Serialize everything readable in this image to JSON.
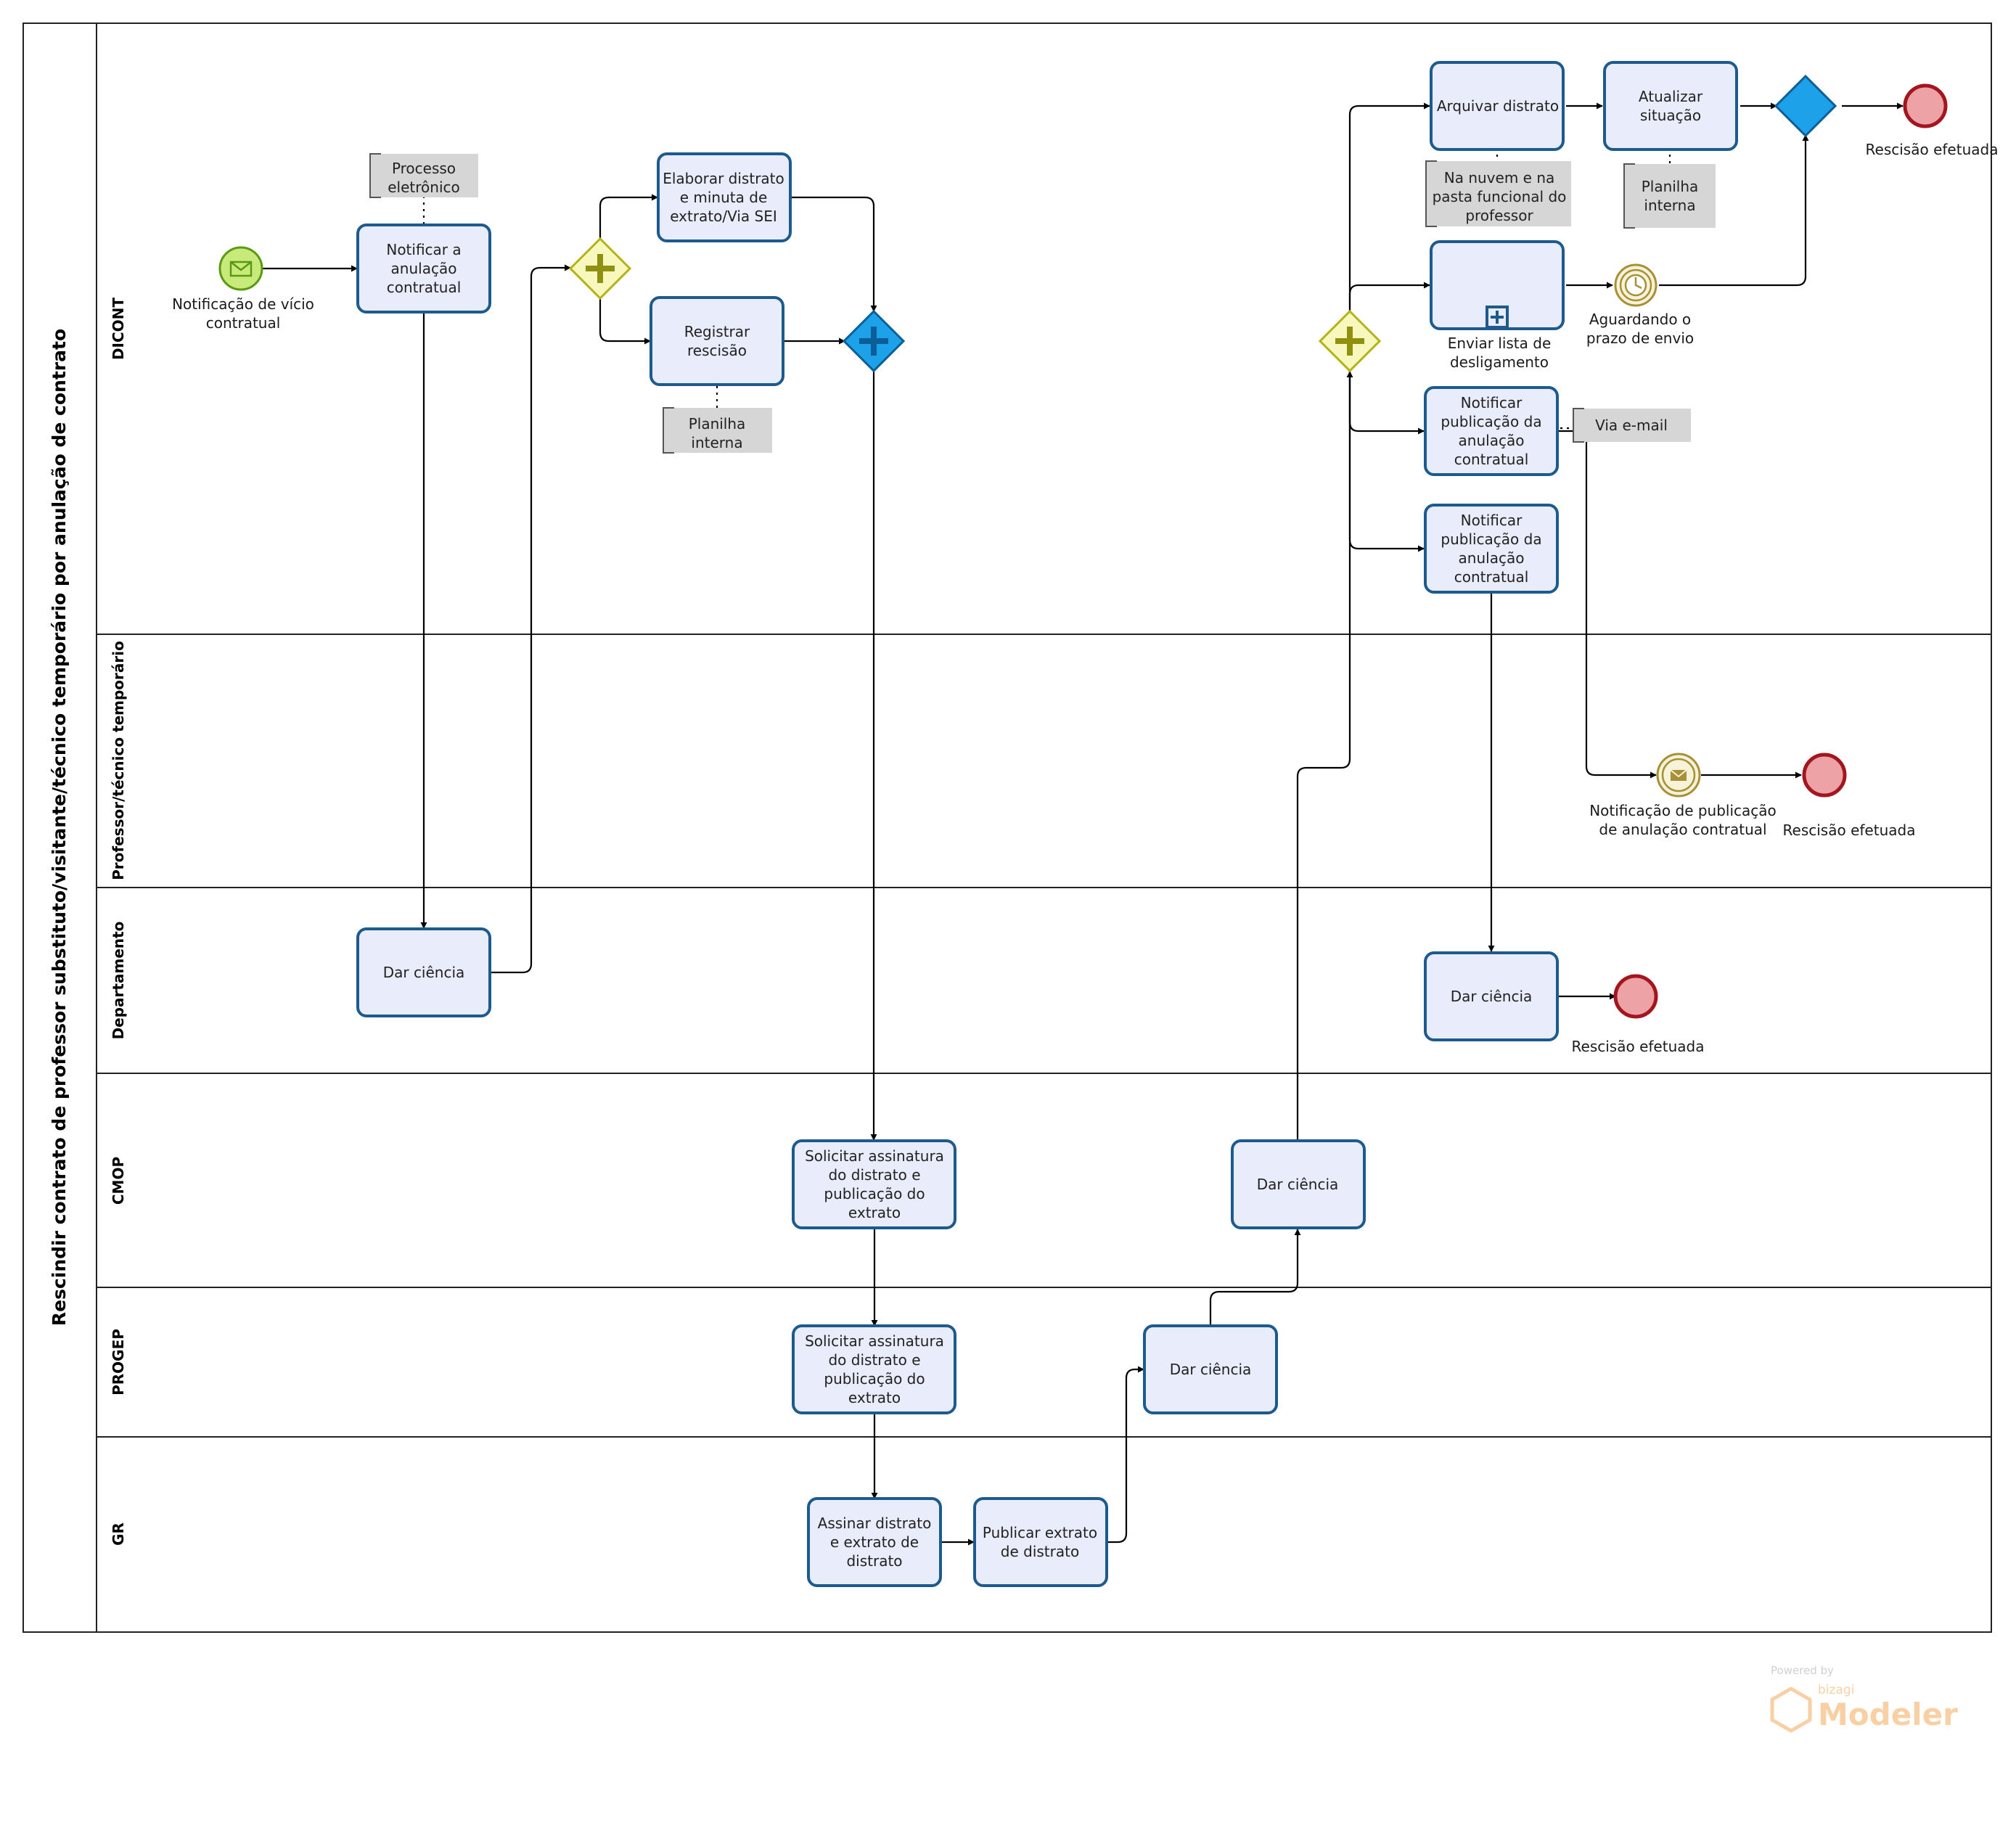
{
  "pool": {
    "title": "Rescindir contrato de professor substituto/visitante/técnico temporário por anulação de contrato"
  },
  "lanes": [
    "DICONT",
    "Professor/técnico temporário",
    "Departamento",
    "CMOP",
    "PROGEP",
    "GR"
  ],
  "events": {
    "start": [
      "Notificação de vício",
      "contratual"
    ],
    "timer": [
      "Aguardando o",
      "prazo de envio"
    ],
    "intermediate_message": [
      "Notificação de publicação",
      "de anulação contratual"
    ],
    "end_dicont": [
      "Rescisão efetuada"
    ],
    "end_professor": [
      "Rescisão efetuada"
    ],
    "end_departamento": [
      "Rescisão efetuada"
    ]
  },
  "tasks": {
    "notificar_anulacao": [
      "Notificar a",
      "anulação",
      "contratual"
    ],
    "elaborar_distrato": [
      "Elaborar distrato",
      "e minuta de",
      "extrato/Via SEI"
    ],
    "registrar_rescisao": [
      "Registrar",
      "rescisão"
    ],
    "arquivar_distrato": [
      "Arquivar distrato"
    ],
    "atualizar_situacao": [
      "Atualizar",
      "situação"
    ],
    "enviar_lista": [
      "Enviar lista de",
      "desligamento"
    ],
    "notificar_publicacao_1": [
      "Notificar",
      "publicação da",
      "anulação",
      "contratual"
    ],
    "notificar_publicacao_2": [
      "Notificar",
      "publicação da",
      "anulação",
      "contratual"
    ],
    "dar_ciencia_dep_1": [
      "Dar ciência"
    ],
    "dar_ciencia_dep_2": [
      "Dar ciência"
    ],
    "solicitar_cmop": [
      "Solicitar assinatura",
      "do distrato e",
      "publicação do",
      "extrato"
    ],
    "dar_ciencia_cmop": [
      "Dar ciência"
    ],
    "solicitar_progep": [
      "Solicitar assinatura",
      "do distrato e",
      "publicação do",
      "extrato"
    ],
    "dar_ciencia_progep": [
      "Dar ciência"
    ],
    "assinar_distrato": [
      "Assinar distrato",
      "e  extrato de",
      "distrato"
    ],
    "publicar_extrato": [
      "Publicar extrato",
      "de distrato"
    ]
  },
  "annotations": {
    "processo_eletronico": [
      "Processo",
      "eletrônico"
    ],
    "planilha_registrar": [
      "Planilha",
      "interna"
    ],
    "nuvem": [
      "Na nuvem e na",
      "pasta funcional do",
      "professor"
    ],
    "planilha_atualizar": [
      "Planilha",
      "interna"
    ],
    "via_email": [
      "Via e-mail"
    ]
  },
  "watermark": {
    "powered": "Powered by",
    "brand": "bizagi",
    "product": "Modeler"
  },
  "colors": {
    "task_fill": "#e8ecfb",
    "task_stroke": "#1d5a8e",
    "start_fill": "#c8ea7b",
    "start_stroke": "#5a9a12",
    "end_fill": "#eda3a6",
    "end_stroke": "#a3161f",
    "parallel_fill": "#f7f7be",
    "parallel_stroke": "#b3b317",
    "parallel_mark": "#8f8f10",
    "blue_gateway": "#1da1e8",
    "blue_gateway_stroke": "#0b5f99",
    "intermediate_fill": "#f7f3d8",
    "intermediate_stroke": "#a89038"
  }
}
